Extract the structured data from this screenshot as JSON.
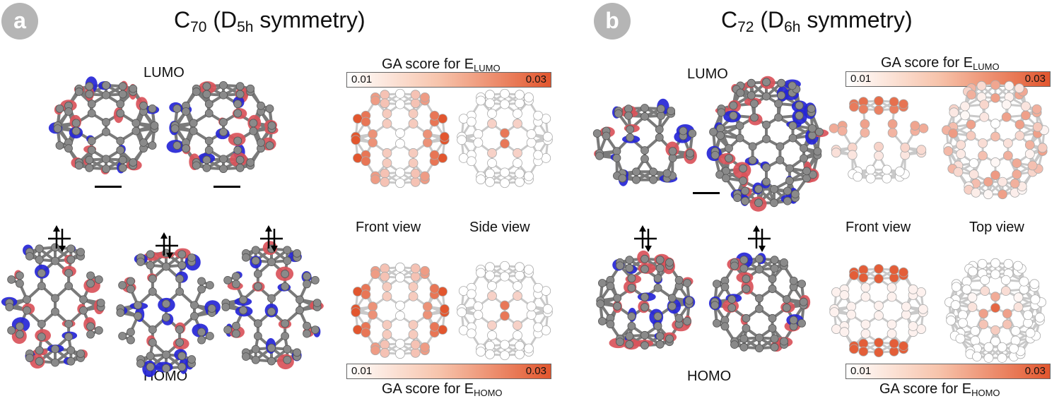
{
  "panel_a": {
    "badge": "a",
    "title_main": "C",
    "title_sub": "70",
    "title_paren_open": " (D",
    "title_sym_sub": "5h",
    "title_rest": " symmetry)",
    "lumo_label": "LUMO",
    "homo_label": "HOMO",
    "front_view": "Front view",
    "second_view": "Side view",
    "lumo_score_label": "GA score for E",
    "lumo_score_sub": "LUMO",
    "homo_score_label": "GA score for E",
    "homo_score_sub": "HOMO",
    "scale_min": "0.01",
    "scale_max": "0.03"
  },
  "panel_b": {
    "badge": "b",
    "title_main": "C",
    "title_sub": "72",
    "title_paren_open": " (D",
    "title_sym_sub": "6h",
    "title_rest": " symmetry)",
    "lumo_label": "LUMO",
    "homo_label": "HOMO",
    "front_view": "Front view",
    "second_view": "Top view",
    "lumo_score_label": "GA score for E",
    "lumo_score_sub": "LUMO",
    "homo_score_label": "GA score for E",
    "homo_score_sub": "HOMO",
    "scale_min": "0.01",
    "scale_max": "0.03"
  },
  "colors": {
    "orbital_positive": "#d9535a",
    "orbital_negative": "#2525d6",
    "carbon": "#8a8a8a",
    "score_low": "#ffffff",
    "score_high": "#e2562e",
    "badge": "#b5b5b5"
  }
}
